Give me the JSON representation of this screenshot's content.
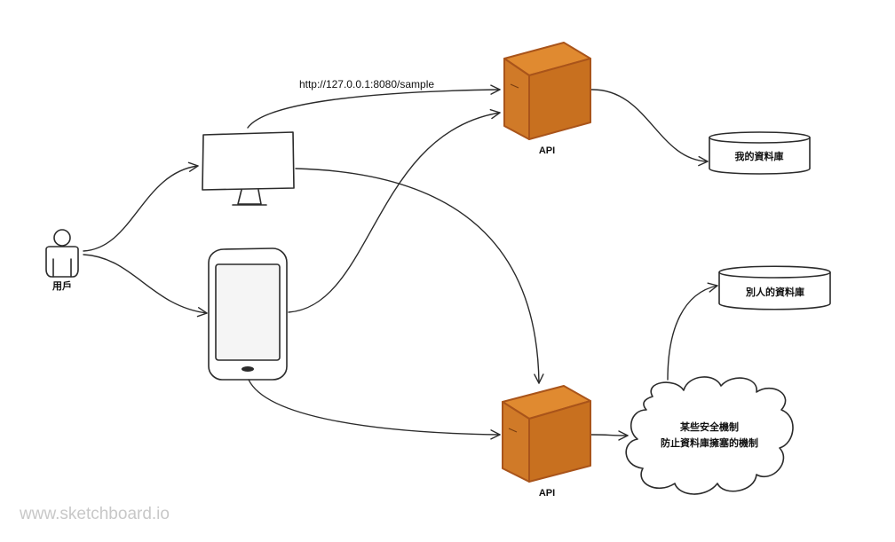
{
  "nodes": {
    "user": {
      "label": "用戶"
    },
    "desktop": {
      "label": ""
    },
    "phone": {
      "label": ""
    },
    "api_top": {
      "label": "API"
    },
    "api_bottom": {
      "label": "API"
    },
    "db_mine": {
      "label": "我的資料庫"
    },
    "db_others": {
      "label": "別人的資料庫"
    },
    "cloud": {
      "line1": "某些安全機制",
      "line2": "防止資料庫擁塞的機制"
    }
  },
  "edges": {
    "desktop_to_api_top": {
      "label": "http://127.0.0.1:8080/sample"
    }
  },
  "watermark": "www.sketchboard.io",
  "colors": {
    "server_front": "#d07a28",
    "server_top": "#e08a30",
    "server_side": "#b8651a",
    "server_outline": "#a9541a",
    "stroke": "#2b2b2b"
  }
}
